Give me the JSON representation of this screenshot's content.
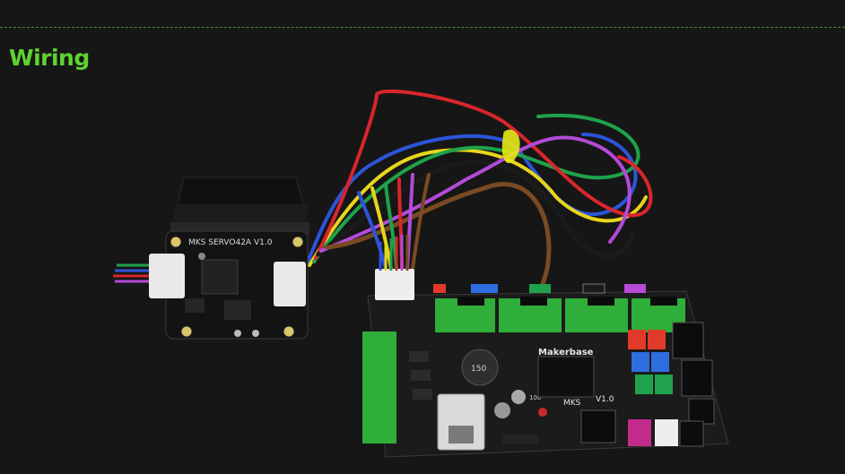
{
  "section": {
    "heading": "Wiring"
  },
  "photo": {
    "servo_label": "MKS SERVO42A V1.0",
    "board_brand": "Makerbase",
    "board_label": "MKS",
    "board_version": "V1.0",
    "inductor_mark": "150",
    "cap_mark": "100"
  },
  "colors": {
    "background": "#161616",
    "accent": "#5fd32f",
    "divider": "#4f8a2e",
    "board": "#1b1b1b",
    "terminal_green": "#2fae3a"
  }
}
